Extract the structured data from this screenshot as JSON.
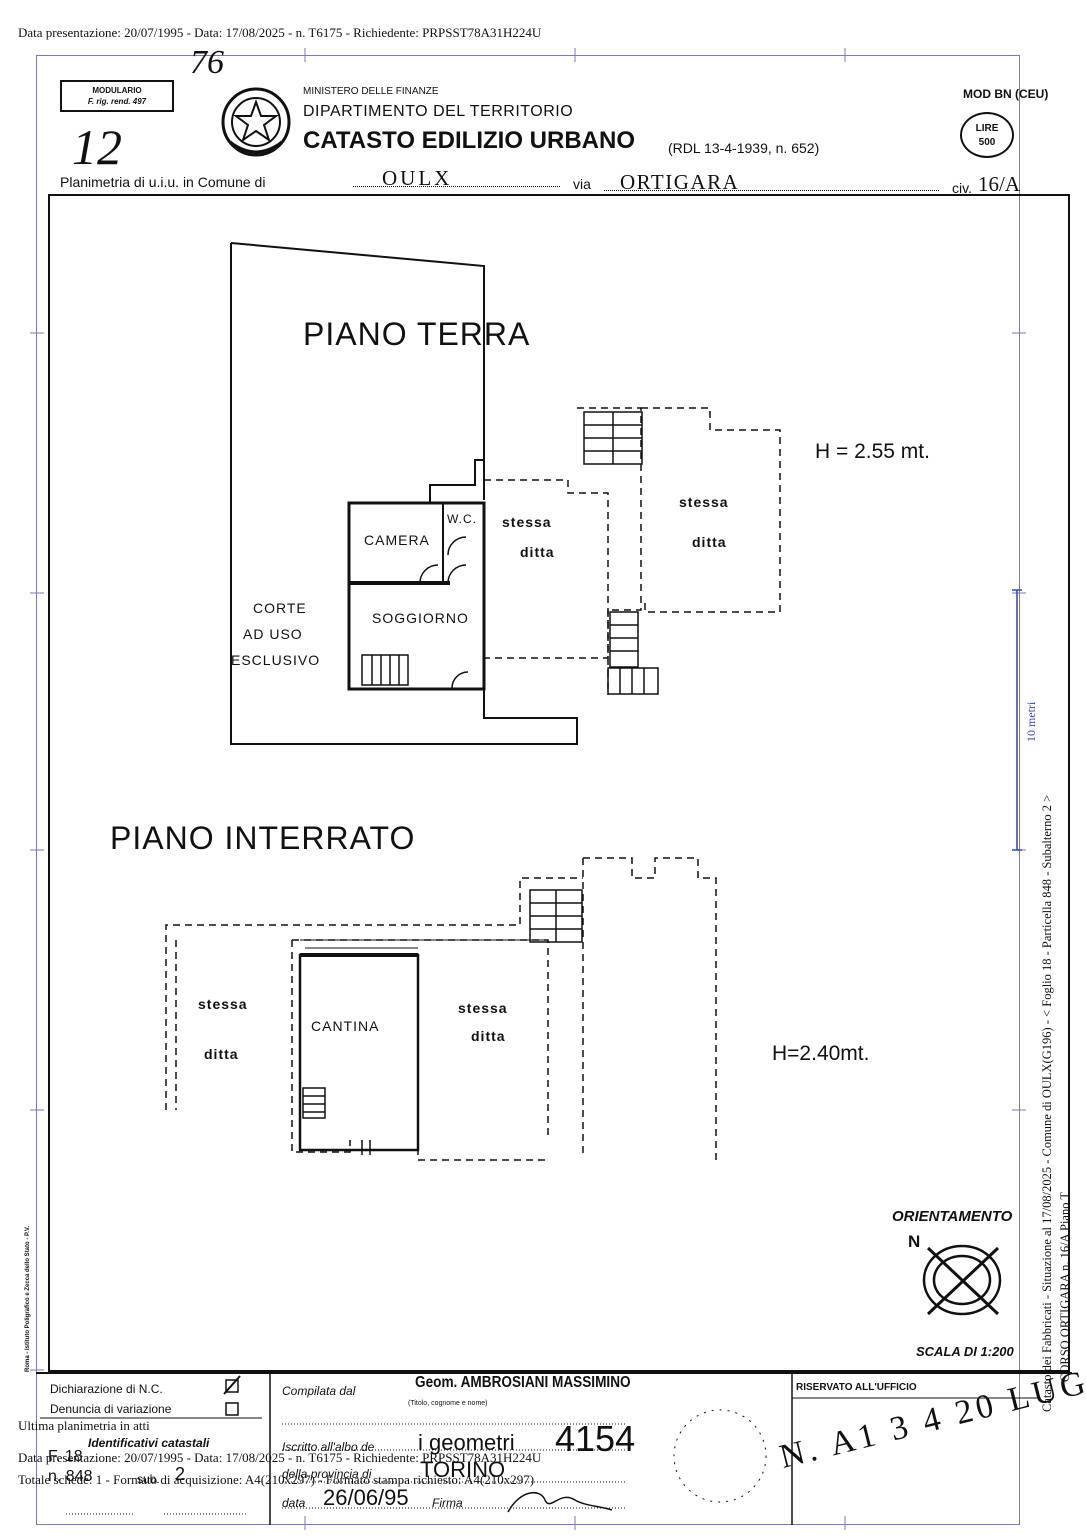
{
  "top_notice": "Data presentazione: 20/07/1995 - Data: 17/08/2025 - n. T6175 - Richiedente: PRPSST78A31H224U",
  "header": {
    "modulario_line1": "MODULARIO",
    "modulario_line2": "F. rig. rend. 497",
    "hand_number_top": "76",
    "hand_number_left": "12",
    "ministry": "MINISTERO DELLE FINANZE",
    "department": "DIPARTIMENTO DEL TERRITORIO",
    "title": "CATASTO EDILIZIO URBANO",
    "law_ref": "(RDL 13-4-1939, n. 652)",
    "mod": "MOD BN (CEU)",
    "stamp_line1": "LIRE",
    "stamp_line2": "500",
    "planimetria_label": "Planimetria di u.i.u. in Comune di",
    "comune": "OULX",
    "via_label": "via",
    "via": "ORTIGARA",
    "civ_label": "civ.",
    "civ": "16/A"
  },
  "ground_floor": {
    "title": "PIANO TERRA",
    "height": "H = 2.55 mt.",
    "rooms": {
      "camera": "CAMERA",
      "wc": "W.C.",
      "soggiorno": "SOGGIORNO",
      "corte_1": "CORTE",
      "corte_2": "AD USO",
      "corte_3": "ESCLUSIVO",
      "stessa_a": "stessa",
      "ditta_a": "ditta",
      "stessa_b": "stessa",
      "ditta_b": "ditta"
    }
  },
  "basement": {
    "title": "PIANO INTERRATO",
    "height": "H=2.40mt.",
    "rooms": {
      "stessa_a": "stessa",
      "ditta_a": "ditta",
      "cantina": "CANTINA",
      "stessa_b": "stessa",
      "ditta_b": "ditta"
    }
  },
  "orientation": {
    "label": "ORIENTAMENTO",
    "north": "N"
  },
  "scale": "SCALA DI 1:200",
  "scale_bar": "10 metri",
  "side_text_1": "Catasto dei Fabbricati - Situazione al 17/08/2025 - Comune di OULX(G196) - < Foglio 18 - Particella 848 - Subalterno 2 >",
  "side_text_2": "CORSO ORTIGARA n. 16/A Piano T",
  "printer_note": "Roma - Istituto Poligrafico e Zecca dello Stato - P.V.",
  "footer": {
    "dichiarazione": "Dichiarazione di N.C.",
    "denuncia": "Denuncia di variazione",
    "identificativi": "Identificativi catastali",
    "foglio": "F. 18",
    "numero": "n. 848",
    "sub_label": "sub.",
    "sub": "2",
    "compilata": "Compilata dal",
    "compiler": "Geom. AMBROSIANI MASSIMINO",
    "titolo": "(Titolo, cognome e nome)",
    "iscritto": "Iscritto all'albo de",
    "albo": "i geometri",
    "provincia_label": "della provincia di",
    "provincia": "TORINO",
    "albo_num": "4154",
    "data_label": "data",
    "data": "26/06/95",
    "firma": "Firma",
    "riservato": "RISERVATO ALL'UFFICIO",
    "office_stamp": "N. A1 3 4 20 LUG."
  },
  "overlay": {
    "ultima": "Ultima planimetria in atti",
    "line2": "Data presentazione: 20/07/1995 - Data: 17/08/2025 - n. T6175 - Richiedente: PRPSST78A31H224U",
    "line3": "Totale schede: 1 - Formato di acquisizione: A4(210x297) - Formato stampa richiesto: A4(210x297)"
  }
}
